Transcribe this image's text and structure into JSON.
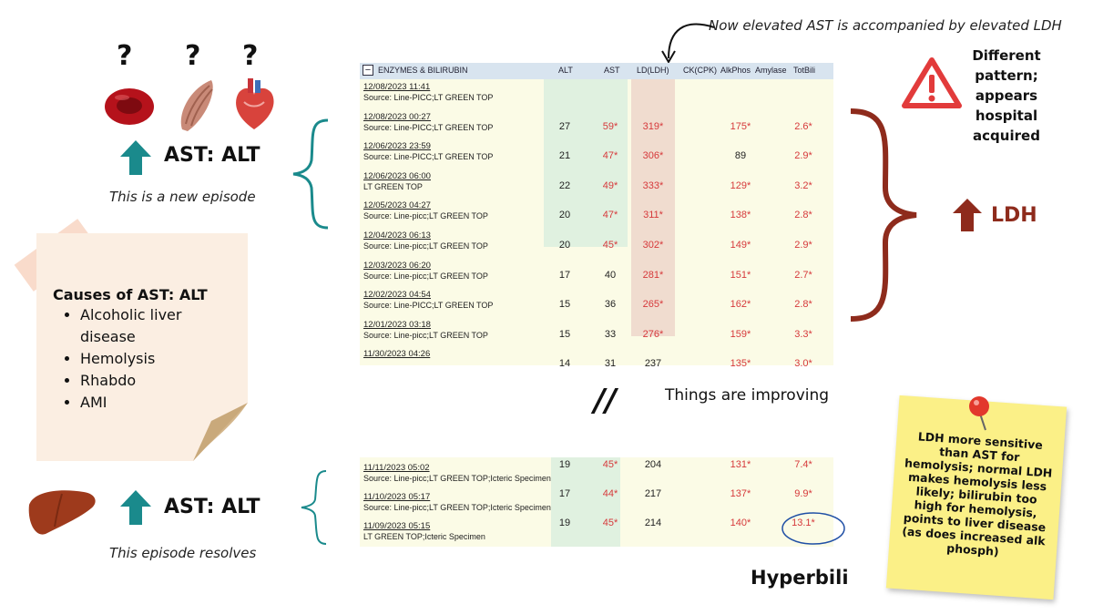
{
  "annotations": {
    "top_note": "Now elevated AST is accompanied by elevated LDH",
    "question_marks": [
      "?",
      "?",
      "?"
    ],
    "ast_alt_top": "AST: ALT",
    "new_episode": "This is a new episode",
    "ast_alt_bottom": "AST: ALT",
    "episode_resolves": "This episode resolves",
    "different_pattern": "Different pattern; appears hospital acquired",
    "ldh_label": "LDH",
    "break_mark": "//",
    "improving": "Things are improving",
    "hyperbili": "Hyperbili"
  },
  "causes_note": {
    "title": "Causes of AST: ALT",
    "items": [
      "Alcoholic liver disease",
      "Hemolysis",
      "Rhabdo",
      "AMI"
    ]
  },
  "sensitivity_note": "LDH more sensitive than AST for hemolysis; normal LDH makes hemolysis less likely; bilirubin too high for hemolysis, points to liver disease (as does increased alk phosph)",
  "lab_table": {
    "title": "ENZYMES & BILIRUBIN",
    "collapse": "−",
    "columns": [
      "ALT",
      "AST",
      "LD(LDH)",
      "CK(CPK)",
      "AlkPhos",
      "Amylase",
      "TotBili"
    ],
    "rows": [
      {
        "date": "12/08/2023 11:41",
        "source": "Source: Line-PICC;LT GREEN TOP",
        "ALT": "",
        "AST": "",
        "LDH": "",
        "ALP": "",
        "BILI": ""
      },
      {
        "date": "12/08/2023 00:27",
        "source": "Source: Line-PICC;LT GREEN TOP",
        "ALT": "27",
        "AST": "59*",
        "LDH": "319*",
        "ALP": "175*",
        "BILI": "2.6*"
      },
      {
        "date": "12/06/2023 23:59",
        "source": "Source: Line-PICC;LT GREEN TOP",
        "ALT": "21",
        "AST": "47*",
        "LDH": "306*",
        "ALP": "89",
        "BILI": "2.9*"
      },
      {
        "date": "12/06/2023 06:00",
        "source": "LT GREEN TOP",
        "ALT": "22",
        "AST": "49*",
        "LDH": "333*",
        "ALP": "129*",
        "BILI": "3.2*"
      },
      {
        "date": "12/05/2023 04:27",
        "source": "Source: Line-picc;LT GREEN TOP",
        "ALT": "20",
        "AST": "47*",
        "LDH": "311*",
        "ALP": "138*",
        "BILI": "2.8*"
      },
      {
        "date": "12/04/2023 06:13",
        "source": "Source: Line-picc;LT GREEN TOP",
        "ALT": "20",
        "AST": "45*",
        "LDH": "302*",
        "ALP": "149*",
        "BILI": "2.9*"
      },
      {
        "date": "12/03/2023 06:20",
        "source": "Source: Line-picc;LT GREEN TOP",
        "ALT": "17",
        "AST": "40",
        "LDH": "281*",
        "ALP": "151*",
        "BILI": "2.7*"
      },
      {
        "date": "12/02/2023 04:54",
        "source": "Source: Line-PICC;LT GREEN TOP",
        "ALT": "15",
        "AST": "36",
        "LDH": "265*",
        "ALP": "162*",
        "BILI": "2.8*"
      },
      {
        "date": "12/01/2023 03:18",
        "source": "Source: Line-picc;LT GREEN TOP",
        "ALT": "15",
        "AST": "33",
        "LDH": "276*",
        "ALP": "159*",
        "BILI": "3.3*"
      },
      {
        "date": "11/30/2023 04:26",
        "source": "",
        "ALT": "14",
        "AST": "31",
        "LDH": "237",
        "ALP": "135*",
        "BILI": "3.0*"
      }
    ],
    "rows_bottom": [
      {
        "date": "11/11/2023 05:02",
        "source": "Source: Line-picc;LT GREEN TOP;Icteric Specimen",
        "ALT": "19",
        "AST": "45*",
        "LDH": "204",
        "ALP": "131*",
        "BILI": "7.4*"
      },
      {
        "date": "11/10/2023 05:17",
        "source": "Source: Line-picc;LT GREEN TOP;Icteric Specimen",
        "ALT": "17",
        "AST": "44*",
        "LDH": "217",
        "ALP": "137*",
        "BILI": "9.9*"
      },
      {
        "date": "11/09/2023 05:15",
        "source": "LT GREEN TOP;Icteric Specimen",
        "ALT": "19",
        "AST": "45*",
        "LDH": "214",
        "ALP": "140*",
        "BILI": "13.1*"
      }
    ]
  },
  "colors": {
    "teal": "#1a8a8c",
    "maroon": "#8e2b1c",
    "abnormal": "#d6393b",
    "warning": "#e23b3b"
  }
}
